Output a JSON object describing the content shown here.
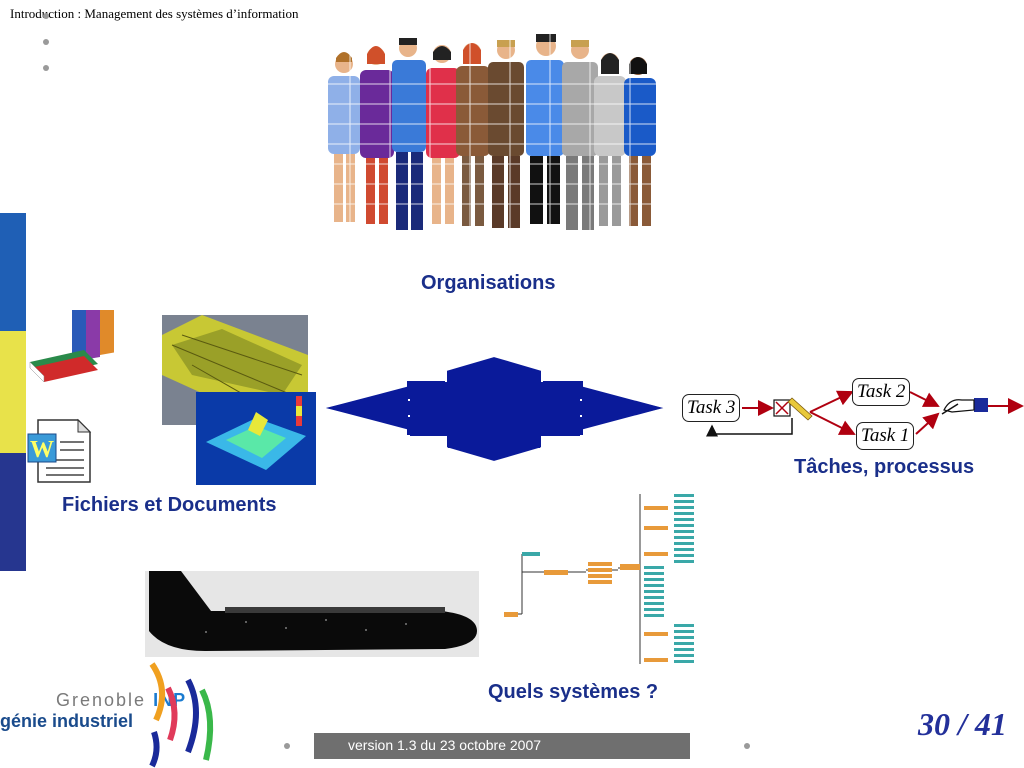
{
  "header": {
    "title": "Introduction : Management des systèmes d’information"
  },
  "labels": {
    "organisations": "Organisations",
    "fichiers": "Fichiers et Documents",
    "taches": "Tâches, processus",
    "systemes": "Quels systèmes ?"
  },
  "tasks": {
    "task1": "Task 1",
    "task2": "Task 2",
    "task3": "Task 3"
  },
  "footer": {
    "version": "version 1.3 du 23 octobre 2007"
  },
  "pager": {
    "current": "30",
    "separator": " / ",
    "total": "41"
  },
  "logo": {
    "line1": "Grenoble",
    "inp": "INP",
    "line2": "génie industriel"
  },
  "colors": {
    "label_blue": "#1a2f8a",
    "arrow_blue": "#0a1a9a",
    "band_top": "#1f5fb5",
    "band_mid": "#e8e24a",
    "band_bot": "#26368f",
    "flow_red": "#b00010"
  }
}
